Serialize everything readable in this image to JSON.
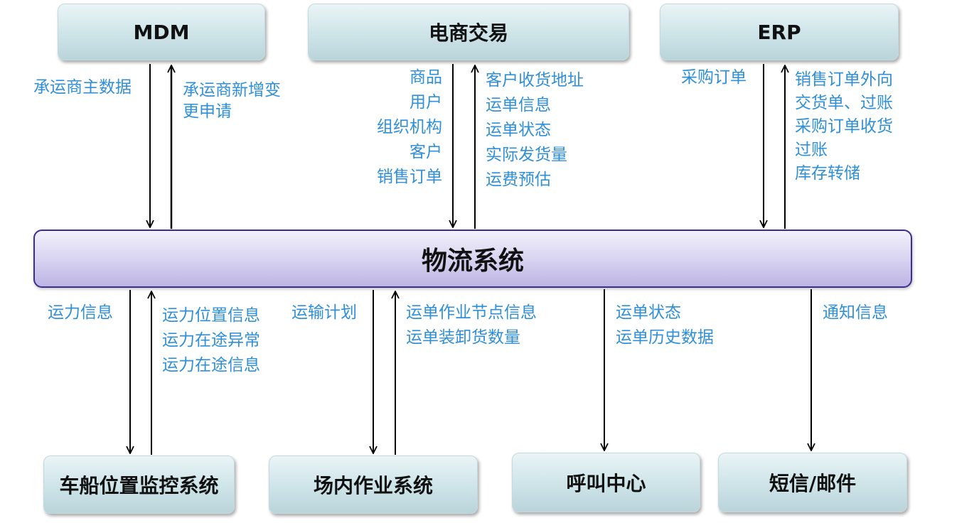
{
  "systems": {
    "mdm": "MDM",
    "ecommerce": "电商交易",
    "erp": "ERP",
    "logistics": "物流系统",
    "vessel_monitor": "车船位置监控系统",
    "yard_ops": "场内作业系统",
    "call_center": "呼叫中心",
    "sms_mail": "短信/邮件"
  },
  "flows": {
    "mdm_down": [
      "承运商主数据"
    ],
    "mdm_up": [
      "承运商新增变",
      "更申请"
    ],
    "ec_down": [
      "商品",
      "用户",
      "组织机构",
      "客户",
      "销售订单"
    ],
    "ec_up": [
      "客户收货地址",
      "运单信息",
      "运单状态",
      "实际发货量",
      "运费预估"
    ],
    "erp_down": [
      "采购订单"
    ],
    "erp_up": [
      "销售订单外向",
      "交货单、过账",
      "采购订单收货",
      "过账",
      "库存转储"
    ],
    "vessel_down": [
      "运力信息"
    ],
    "vessel_up": [
      "运力位置信息",
      "运力在途异常",
      "运力在途信息"
    ],
    "yard_down": [
      "运输计划"
    ],
    "yard_up": [
      "运单作业节点信息",
      "运单装卸货数量"
    ],
    "call_down": [
      "运单状态",
      "运单历史数据"
    ],
    "sms_down": [
      "通知信息"
    ]
  },
  "colors": {
    "label_text": "#2f8fd8",
    "hub_border": "#3a2f8c",
    "box_fill": "#d2e7eb"
  }
}
